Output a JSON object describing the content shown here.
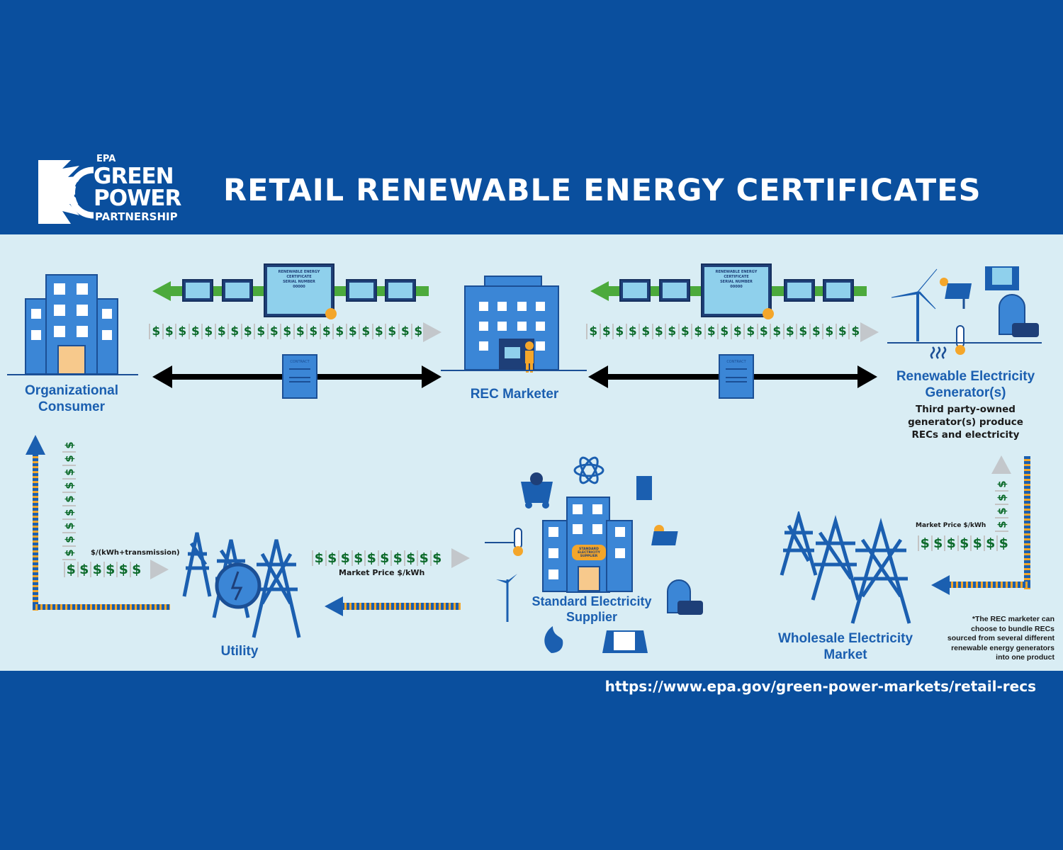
{
  "header": {
    "logo": {
      "agency": "EPA",
      "line1": "GREEN",
      "line2": "POWER",
      "line3": "PARTNERSHIP"
    },
    "title": "RETAIL RENEWABLE ENERGY CERTIFICATES"
  },
  "certificate": {
    "title": "RENEWABLE ENERGY",
    "subtitle": "CERTIFICATE",
    "serial_label": "SERIAL NUMBER",
    "serial": "00000"
  },
  "contract_label": "CONTRACT",
  "dollar_symbol": "$",
  "nodes": {
    "consumer": {
      "line1": "Organizational",
      "line2": "Consumer"
    },
    "marketer": {
      "label": "REC Marketer"
    },
    "generators": {
      "line1": "Renewable Electricity",
      "line2": "Generator(s)",
      "desc1": "Third party-owned",
      "desc2": "generator(s) produce",
      "desc3": "RECs and electricity"
    },
    "utility": {
      "label": "Utility"
    },
    "supplier": {
      "line1": "Standard Electricity",
      "line2": "Supplier",
      "sign": "STANDARD ELECTRICITY SUPPLIER"
    },
    "wholesale": {
      "line1": "Wholesale Electricity",
      "line2": "Market"
    }
  },
  "flows": {
    "consumer_price": "$/(kWh+transmission)",
    "supplier_price": "Market Price $/kWh",
    "wholesale_price": "Market Price $/kWh"
  },
  "footnote": [
    "*The REC marketer can",
    "choose to bundle RECs",
    "sourced from several different",
    "renewable energy generators",
    "into one product"
  ],
  "footer": {
    "url": "https://www.epa.gov/green-power-markets/retail-recs"
  },
  "colors": {
    "banner": "#0a4f9e",
    "panel": "#d9edf4",
    "label": "#1b5fb0",
    "money": "#0d6b2b",
    "rec_arrow": "#4caa3c",
    "accent": "#f4a62a"
  }
}
